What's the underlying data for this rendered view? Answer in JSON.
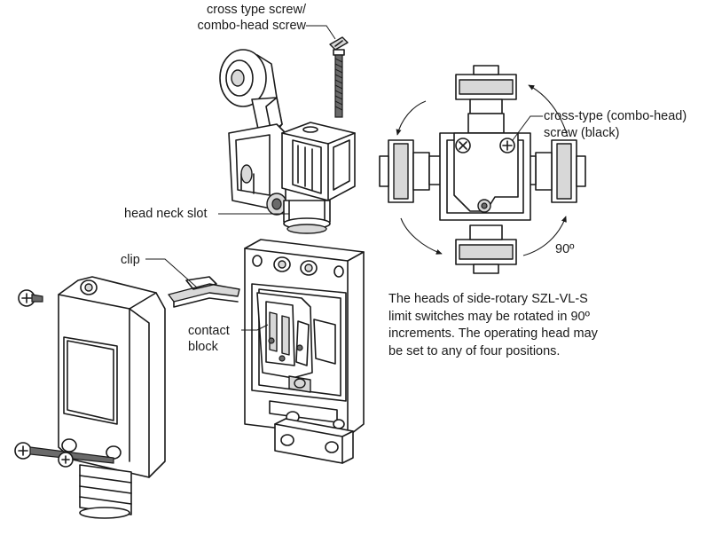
{
  "labels": {
    "screw_line1": "cross type screw/",
    "screw_line2": "combo-head screw",
    "head_neck_slot": "head neck slot",
    "clip": "clip",
    "contact_line1": "contact",
    "contact_line2": "block",
    "cross_type_line1": "cross-type (combo-head)",
    "cross_type_line2": "screw (black)",
    "angle": "90º"
  },
  "description": {
    "line1": "The heads of side-rotary SZL-VL-S",
    "line2": "limit switches may be rotated in 90º",
    "line3": "increments. The operating head may",
    "line4": "be set to any of four positions."
  }
}
